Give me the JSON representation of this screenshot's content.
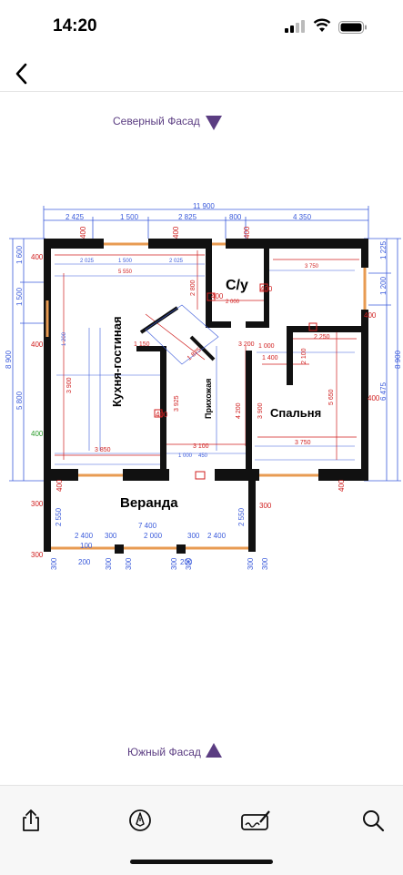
{
  "status_bar": {
    "time": "14:20"
  },
  "plan": {
    "north_facade": "Северный Фасад",
    "south_facade": "Южный Фасад",
    "rooms": {
      "bathroom": "С/у",
      "kitchen_living": "Кухня-гостиная",
      "hall": "Прихожая",
      "bedroom": "Спальня",
      "veranda": "Веранда"
    },
    "dims_top": {
      "total": "11 900",
      "d1": "2 425",
      "d2": "1 500",
      "d3": "2 825",
      "d4": "800",
      "d5": "4 350"
    },
    "dims_inner_top": {
      "a": "2 025",
      "b": "1 500",
      "c": "2 025",
      "d": "5 550",
      "e": "3 750"
    },
    "dims_left": {
      "a": "1 600",
      "b": "1 500",
      "c": "5 800",
      "total": "8 900"
    },
    "dims_right": {
      "a": "1 225",
      "b": "1 200",
      "c": "6 475",
      "total": "8 900"
    },
    "wall_marks": {
      "w400": "400",
      "w300": "300"
    },
    "dims_bottom": {
      "a": "2 400",
      "b": "300",
      "c": "2 000",
      "d": "300",
      "e": "2 400",
      "total": "7 400",
      "f": "100",
      "g": "200",
      "h": "2 550",
      "i": "2 550"
    },
    "dims_misc": {
      "k1": "3 850",
      "k2": "3 900",
      "k3": "3 100",
      "k4": "3 750",
      "k5": "3 900",
      "k6": "1 150",
      "k7": "1 200",
      "k8": "3 200",
      "k9": "1 000",
      "k10": "2 250",
      "k11": "1 400",
      "k12": "4 200",
      "k13": "5 650",
      "k14": "2 100",
      "k15": "1 875",
      "k16": "3 925",
      "k17": "2 800",
      "k18": "2 000",
      "k19": "1 000",
      "k20": "450"
    }
  },
  "toolbar": {
    "share": "share-icon",
    "markup": "markup-pen-icon",
    "signature": "signature-icon",
    "search": "search-icon"
  },
  "colors": {
    "accent": "#5b3d82",
    "wall": "#111111",
    "dim_red": "#d01f1f",
    "dim_blue": "#3b5bdb",
    "window": "#e89b52"
  }
}
